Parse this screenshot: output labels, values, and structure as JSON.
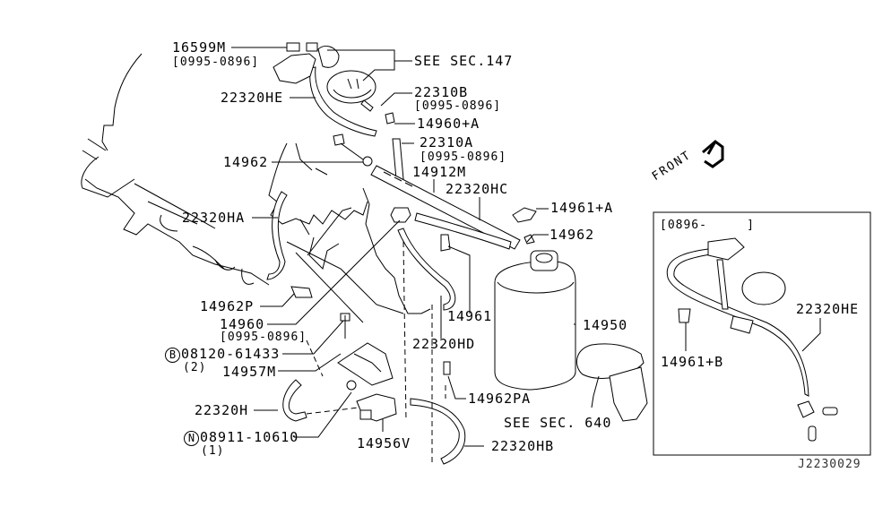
{
  "diagram": {
    "title": "Evaporative emission control / fuel vapor hose routing",
    "drawing_id": "J2230029",
    "orientation": {
      "label": "FRONT",
      "icon": "arrow-icon"
    },
    "inset": {
      "date_range": "[0896-     ]"
    },
    "callouts": {
      "p16599m": {
        "part": "16599M",
        "note": "[0995-0896]"
      },
      "see147": {
        "part": "SEE SEC.147"
      },
      "p22320he_main": {
        "part": "22320HE"
      },
      "p22310b": {
        "part": "22310B",
        "note": "[0995-0896]"
      },
      "p14960a": {
        "part": "14960+A"
      },
      "p22310a": {
        "part": "22310A",
        "note": "[0995-0896]"
      },
      "p14962_top": {
        "part": "14962"
      },
      "p14912m": {
        "part": "14912M"
      },
      "p22320hc": {
        "part": "22320HC"
      },
      "p14961a": {
        "part": "14961+A"
      },
      "p22320ha": {
        "part": "22320HA"
      },
      "p14962_right": {
        "part": "14962"
      },
      "p14962p": {
        "part": "14962P"
      },
      "p14960": {
        "part": "14960",
        "note": "[0995-0896]"
      },
      "p14961": {
        "part": "14961"
      },
      "p14950": {
        "part": "14950"
      },
      "bolt": {
        "symbol": "B",
        "part": "08120-61433",
        "qty": "(2)"
      },
      "p22320hd": {
        "part": "22320HD"
      },
      "p14957m": {
        "part": "14957M"
      },
      "p14962pa": {
        "part": "14962PA"
      },
      "p22320h": {
        "part": "22320H"
      },
      "see640": {
        "part": "SEE SEC. 640"
      },
      "nut": {
        "symbol": "N",
        "part": "08911-10610",
        "qty": "(1)"
      },
      "p14956v": {
        "part": "14956V"
      },
      "p22320hb": {
        "part": "22320HB"
      },
      "p14961b": {
        "part": "14961+B"
      },
      "p22320he_inset": {
        "part": "22320HE"
      }
    }
  }
}
